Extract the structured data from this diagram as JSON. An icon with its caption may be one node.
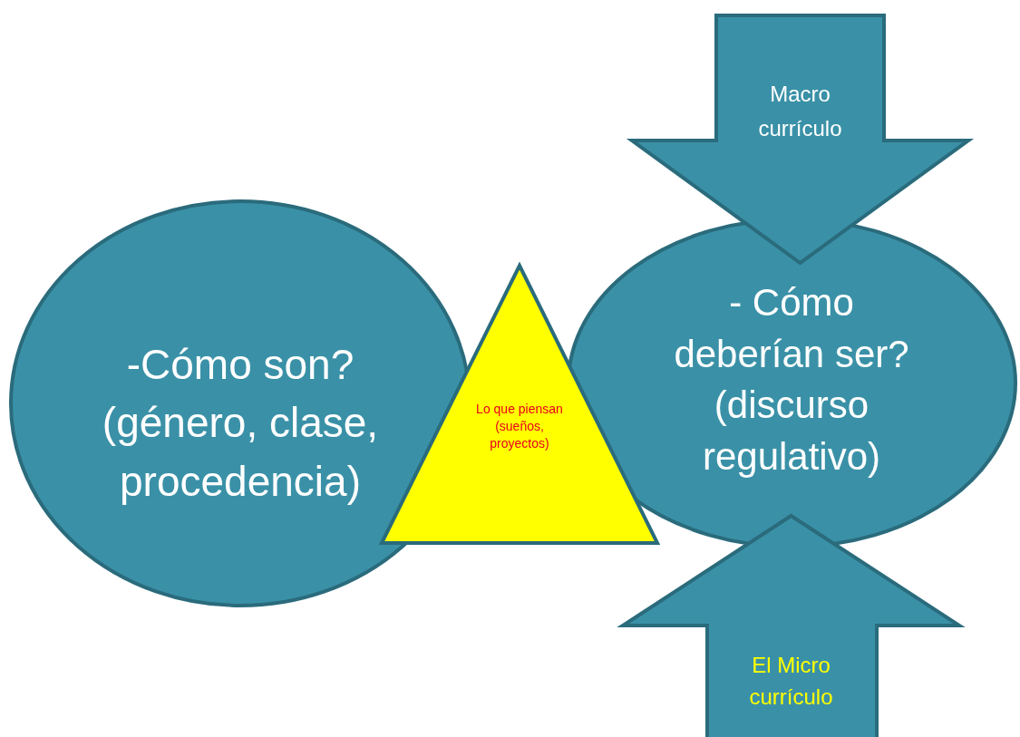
{
  "diagram": {
    "nodes": [
      {
        "text": [
          "-Cómo son? (género, clase, procedencia)"
        ]
      },
      {
        "text": [
          "Lo que piensan (sueños, proyectos)"
        ]
      },
      {
        "text": [
          "- Cómo deberían ser? (discurso regulativo)"
        ]
      },
      {
        "text": [
          "Macro currículo"
        ]
      },
      {
        "text": [
          "El Micro currículo"
        ]
      }
    ]
  }
}
